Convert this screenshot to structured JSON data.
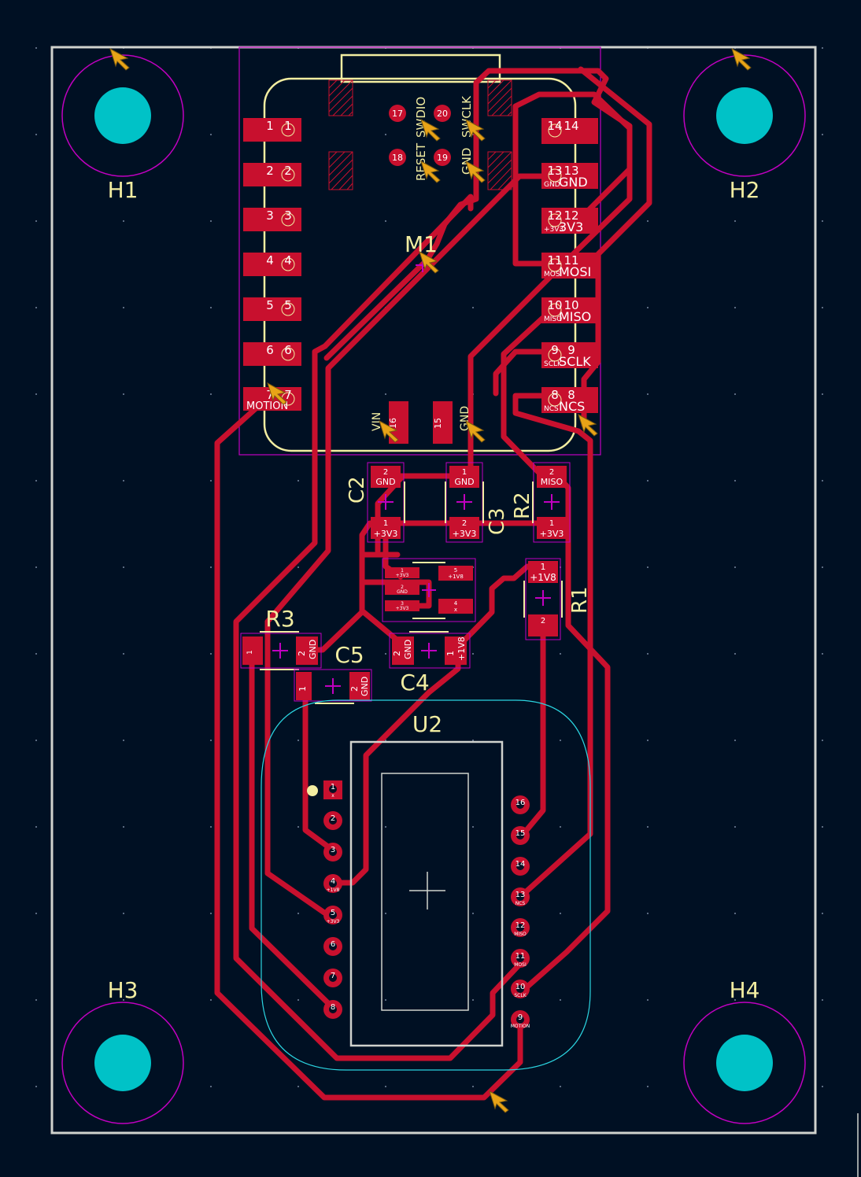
{
  "colors": {
    "background": "#001023",
    "edge": "#d0d2cd",
    "copper": "#c8102e",
    "silkscreen": "#f2eda1",
    "courtyard": "#c000c0",
    "hole": "#00c2c7",
    "fab": "#2bd4e0",
    "marker": "#e8a317"
  },
  "holes": {
    "h1": "H1",
    "h2": "H2",
    "h3": "H3",
    "h4": "H4"
  },
  "m1": {
    "ref": "M1",
    "left_pins": [
      {
        "num": "1",
        "n2": "1"
      },
      {
        "num": "2",
        "n2": "2"
      },
      {
        "num": "3",
        "n2": "3"
      },
      {
        "num": "4",
        "n2": "4"
      },
      {
        "num": "5",
        "n2": "5"
      },
      {
        "num": "6",
        "n2": "6"
      },
      {
        "num": "7",
        "n2": "7",
        "name": "MOTION"
      }
    ],
    "right_pins": [
      {
        "num": "14",
        "n2": "14",
        "name": ""
      },
      {
        "num": "13",
        "n2": "13",
        "name": "GND"
      },
      {
        "num": "12",
        "n2": "12",
        "name": "3V3"
      },
      {
        "num": "11",
        "n2": "11",
        "name": "MOSI"
      },
      {
        "num": "10",
        "n2": "10",
        "name": "MISO"
      },
      {
        "num": "9",
        "n2": "9",
        "name": "SCLK"
      },
      {
        "num": "8",
        "n2": "8",
        "name": "NCS"
      }
    ],
    "right_net_small": [
      "",
      "GND",
      "+3V3",
      "MOSI",
      "MISO",
      "SCLK",
      "NCS"
    ],
    "pad17": "17",
    "pad18": "18",
    "pad19": "19",
    "pad20": "20",
    "pad16": "16",
    "pad15": "15",
    "label_reset": "RESET",
    "label_swdio": "SWDIO",
    "label_gnd": "GND",
    "label_swclk": "SWCLK",
    "label_vin": "VIN",
    "label_gnd2": "GND"
  },
  "passives": {
    "c2": {
      "ref": "C2",
      "pad2": "2",
      "net2": "GND",
      "pad1": "1",
      "net1": "+3V3"
    },
    "c3": {
      "ref": "C3",
      "pad1": "1",
      "net1": "GND",
      "pad2": "2",
      "net2": "+3V3"
    },
    "r2": {
      "ref": "R2",
      "pad2": "2",
      "net2": "MISO",
      "pad1": "1",
      "net1": "+3V3"
    },
    "r1": {
      "ref": "R1",
      "pad1": "1",
      "net1": "+1V8",
      "pad2": "2"
    },
    "r3": {
      "ref": "R3",
      "pad1": "1",
      "pad2": "2",
      "net2": "GND"
    },
    "c5": {
      "ref": "C5",
      "pad1": "1",
      "pad2": "2",
      "net2": "GND"
    },
    "c4": {
      "ref": "C4",
      "pad2": "2",
      "net2": "GND",
      "pad1": "1",
      "net1": "+1V8"
    }
  },
  "u1": {
    "p1": "1",
    "n1": "+3V3",
    "p2": "2",
    "n2": "GND",
    "p3": "3",
    "n3": "+3V3",
    "p5": "5",
    "n5": "+1V8",
    "p4": "4",
    "n4": "x"
  },
  "u2": {
    "ref": "U2",
    "left_pins": [
      "1",
      "2",
      "3",
      "4",
      "5",
      "6",
      "7",
      "8"
    ],
    "right_pins": [
      "16",
      "15",
      "14",
      "13",
      "12",
      "11",
      "10",
      "9"
    ],
    "right_nets": [
      "",
      "",
      "",
      "NCS",
      "MISO",
      "MOSI",
      "SCLK",
      "MOTION"
    ],
    "left_nets": [
      "x",
      "",
      "",
      "+1V8",
      "+3V3",
      "",
      "",
      ""
    ]
  }
}
